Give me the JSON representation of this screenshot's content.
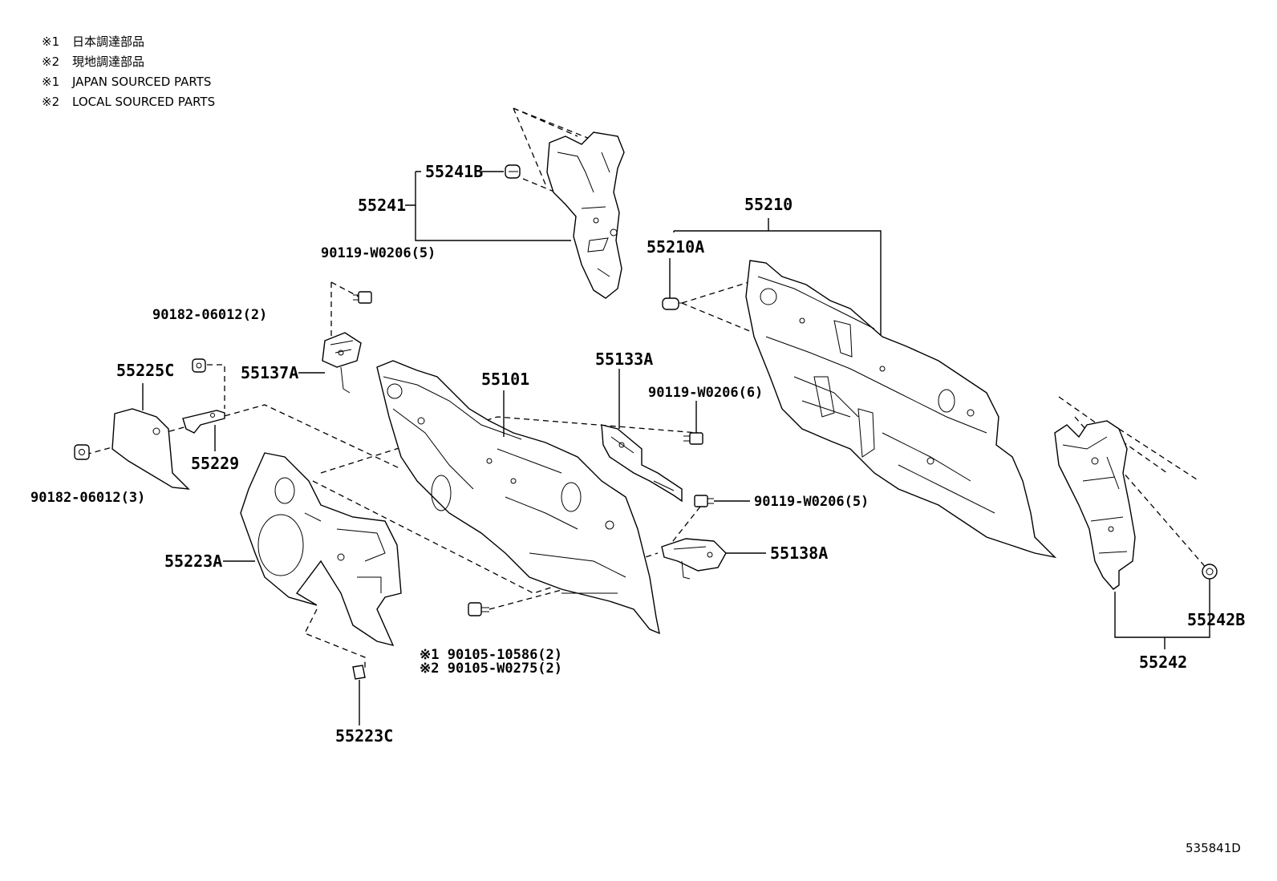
{
  "legend": [
    {
      "mark": "※1",
      "text": "日本調達部品"
    },
    {
      "mark": "※2",
      "text": "現地調達部品"
    },
    {
      "mark": "※1",
      "text": "JAPAN SOURCED PARTS"
    },
    {
      "mark": "※2",
      "text": "LOCAL SOURCED PARTS"
    }
  ],
  "labels": {
    "p55241B": "55241B",
    "p55241": "55241",
    "p90119_w0206_5_top": "90119-W0206(5)",
    "p90182_06012_2": "90182-06012(2)",
    "p55225C": "55225C",
    "p55137A": "55137A",
    "p55101": "55101",
    "p55133A": "55133A",
    "p90119_w0206_6": "90119-W0206(6)",
    "p55210": "55210",
    "p55210A": "55210A",
    "p55229": "55229",
    "p90182_06012_3": "90182-06012(3)",
    "p90119_w0206_5_right": "90119-W0206(5)",
    "p55138A": "55138A",
    "p55223A": "55223A",
    "p90105_10586": "※1 90105-10586(2)",
    "p90105_w0275": "※2 90105-W0275(2)",
    "p55223C": "55223C",
    "p55242B": "55242B",
    "p55242": "55242"
  },
  "diagram_code": "535841D"
}
